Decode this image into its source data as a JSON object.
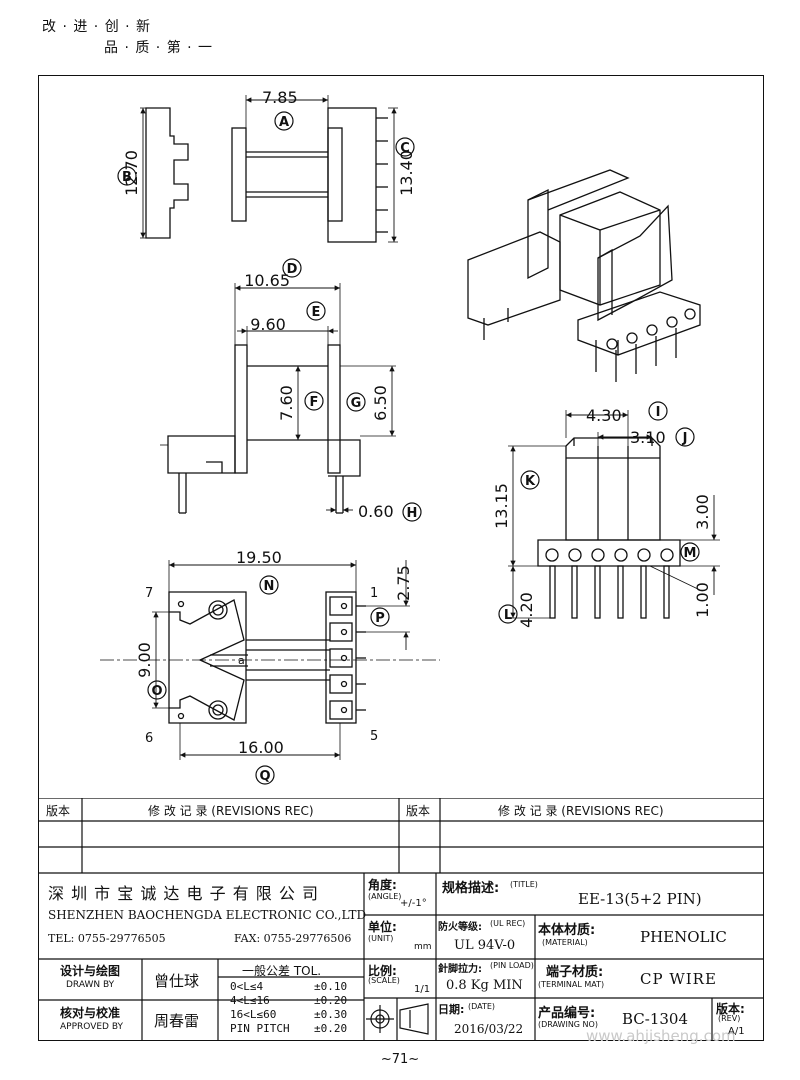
{
  "header": {
    "slogan_line1": "改 · 进 · 创 · 新",
    "slogan_line2": "品 · 质 · 第 · 一"
  },
  "dimensions": {
    "A": {
      "letter": "A",
      "value": "7.85"
    },
    "B": {
      "letter": "B",
      "value": "12.70"
    },
    "C": {
      "letter": "C",
      "value": "13.40"
    },
    "D": {
      "letter": "D",
      "value": "10.65"
    },
    "E": {
      "letter": "E",
      "value": "9.60"
    },
    "F": {
      "letter": "F",
      "value": "7.60"
    },
    "G": {
      "letter": "G",
      "value": "6.50"
    },
    "H": {
      "letter": "H",
      "value": "0.60"
    },
    "I": {
      "letter": "I",
      "value": "4.30"
    },
    "J": {
      "letter": "J",
      "value": "3.10"
    },
    "K": {
      "letter": "K",
      "value": "13.15"
    },
    "L": {
      "letter": "L",
      "value": "4.20"
    },
    "M": {
      "letter": "M",
      "value": "3.00"
    },
    "N": {
      "letter": "N",
      "value": "19.50"
    },
    "O": {
      "letter": "O",
      "value": "9.00"
    },
    "P": {
      "letter": "P",
      "value": "2.75"
    },
    "Q": {
      "letter": "Q",
      "value": "16.00"
    },
    "pin_dia": "1.00"
  },
  "pins": {
    "p1": "1",
    "p5": "5",
    "p6": "6",
    "p7": "7",
    "a": "a"
  },
  "revisions": {
    "col_ver": "版本",
    "col_rec": "修 改 记 录 (REVISIONS REC)"
  },
  "company": {
    "name_cn": "深 圳 市 宝 诚 达 电 子 有 限 公 司",
    "name_en": "SHENZHEN BAOCHENGDA ELECTRONIC CO.,LTD",
    "tel": "TEL: 0755-29776505",
    "fax": "FAX: 0755-29776506"
  },
  "titleblock": {
    "angle_label": "角度:",
    "angle_label_en": "(ANGLE)",
    "angle_value": "+/-1°",
    "unit_label": "单位:",
    "unit_label_en": "(UNIT)",
    "unit_value": "mm",
    "scale_label": "比例:",
    "scale_label_en": "(SCALE)",
    "scale_value": "1/1",
    "title_label": "规格描述:",
    "title_label_en": "(TITLE)",
    "title_value": "EE-13(5+2 PIN)",
    "fire_label": "防火等级:",
    "fire_label_en": "(UL REC)",
    "fire_value": "UL 94V-0",
    "pinload_label": "針脚拉力:",
    "pinload_label_en": "(PIN LOAD)",
    "pinload_value": "0.8 Kg MIN",
    "date_label": "日期:",
    "date_label_en": "(DATE)",
    "date_value": "2016/03/22",
    "material_label": "本体材质:",
    "material_label_en": "(MATERIAL)",
    "material_value": "PHENOLIC",
    "terminal_label": "端子材质:",
    "terminal_label_en": "(TERMINAL MAT)",
    "terminal_value": "CP WIRE",
    "drawno_label": "产品编号:",
    "drawno_label_en": "(DRAWING NO)",
    "drawno_value": "BC-1304",
    "rev_label": "版本:",
    "rev_label_en": "(REV)",
    "rev_value": "A/1",
    "drawn_label": "设计与绘图",
    "drawn_label_en": "DRAWN BY",
    "drawn_value": "曾仕球",
    "approved_label": "核对与校准",
    "approved_label_en": "APPROVED BY",
    "approved_value": "周春雷",
    "tol_title": "一般公差 TOL.",
    "tol_rows": [
      {
        "range": "0<L≤4",
        "tol": "±0.10"
      },
      {
        "range": "4<L≤16",
        "tol": "±0.20"
      },
      {
        "range": "16<L≤60",
        "tol": "±0.30"
      },
      {
        "range": "PIN PITCH",
        "tol": "±0.20"
      }
    ]
  },
  "watermark": "www.ahjisheng.com",
  "page_number": "~71~"
}
